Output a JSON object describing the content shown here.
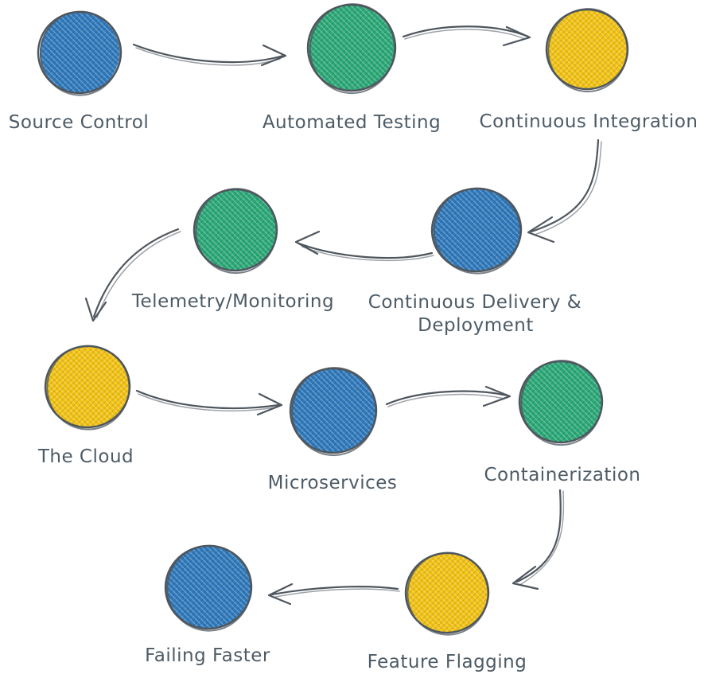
{
  "colors": {
    "background": "#ffffff",
    "ink": "#4e565e",
    "text": "#4d5b66",
    "blue": "#2e78bb",
    "green": "#2aa876",
    "yellow": "#f3c211"
  },
  "diagram": {
    "type": "flow-diagram",
    "style": "hand-drawn",
    "nodes": [
      {
        "id": "source-control",
        "color": "blue",
        "lines": [
          "Source Control"
        ]
      },
      {
        "id": "automated-testing",
        "color": "green",
        "lines": [
          "Automated Testing"
        ]
      },
      {
        "id": "continuous-integration",
        "color": "yellow",
        "lines": [
          "Continuous Integration"
        ]
      },
      {
        "id": "continuous-delivery-deployment",
        "color": "blue",
        "lines": [
          "Continuous Delivery &",
          "Deployment"
        ]
      },
      {
        "id": "telemetry-monitoring",
        "color": "green",
        "lines": [
          "Telemetry/Monitoring"
        ]
      },
      {
        "id": "the-cloud",
        "color": "yellow",
        "lines": [
          "The Cloud"
        ]
      },
      {
        "id": "microservices",
        "color": "blue",
        "lines": [
          "Microservices"
        ]
      },
      {
        "id": "containerization",
        "color": "green",
        "lines": [
          "Containerization"
        ]
      },
      {
        "id": "feature-flagging",
        "color": "yellow",
        "lines": [
          "Feature Flagging"
        ]
      },
      {
        "id": "failing-faster",
        "color": "blue",
        "lines": [
          "Failing Faster"
        ]
      }
    ],
    "edges": [
      {
        "from": "source-control",
        "to": "automated-testing"
      },
      {
        "from": "automated-testing",
        "to": "continuous-integration"
      },
      {
        "from": "continuous-integration",
        "to": "continuous-delivery-deployment"
      },
      {
        "from": "continuous-delivery-deployment",
        "to": "telemetry-monitoring"
      },
      {
        "from": "telemetry-monitoring",
        "to": "the-cloud"
      },
      {
        "from": "the-cloud",
        "to": "microservices"
      },
      {
        "from": "microservices",
        "to": "containerization"
      },
      {
        "from": "containerization",
        "to": "feature-flagging"
      },
      {
        "from": "feature-flagging",
        "to": "failing-faster"
      }
    ]
  }
}
